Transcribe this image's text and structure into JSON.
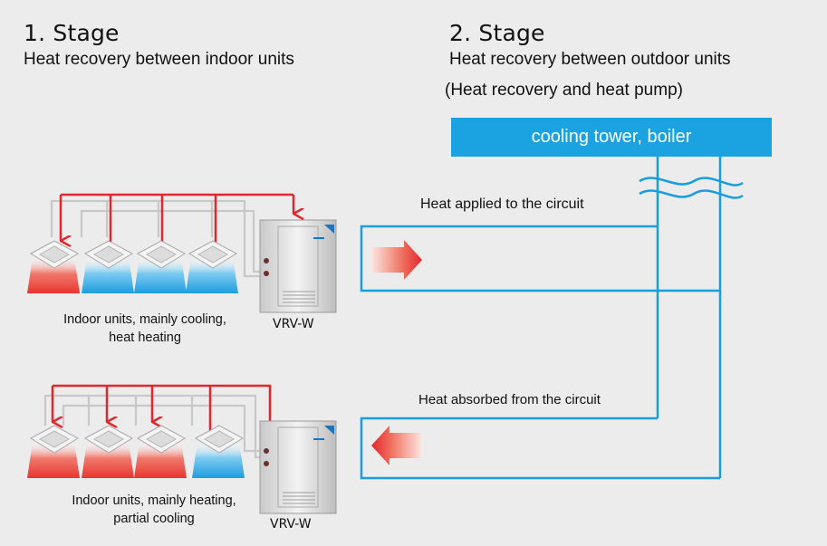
{
  "stage1": {
    "title": "1. Stage",
    "subtitle": "Heat recovery between indoor units"
  },
  "stage2": {
    "title": "2. Stage",
    "subtitle": "Heat recovery between outdoor units",
    "subtitle2": "(Heat recovery and heat pump)"
  },
  "tower_label": "cooling tower, boiler",
  "circuit": {
    "top_label": "Heat applied to the circuit",
    "bottom_label": "Heat absorbed from the circuit"
  },
  "top_group": {
    "caption_line1": "Indoor units, mainly cooling,",
    "caption_line2": "heat heating",
    "unit_label": "VRV-W",
    "modes": [
      "heating",
      "cooling",
      "cooling",
      "cooling"
    ]
  },
  "bottom_group": {
    "caption_line1": "Indoor units, mainly heating,",
    "caption_line2": "partial cooling",
    "unit_label": "VRV-W",
    "modes": [
      "heating",
      "heating",
      "heating",
      "cooling"
    ]
  },
  "colors": {
    "pipe_blue": "#1a9ddc",
    "arrow_red": "#e3262b",
    "heating": "#e8352f",
    "cooling": "#1e9de0",
    "tower": "#1aa3e0"
  }
}
